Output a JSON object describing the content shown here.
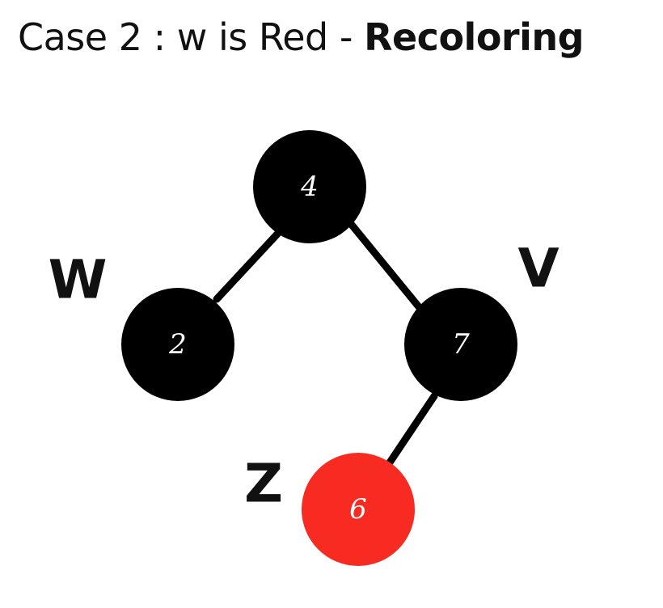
{
  "title": {
    "regular": "Case 2 : w is Red - ",
    "bold": "Recoloring"
  },
  "colors": {
    "black_node": "#000000",
    "red_node": "#f72b21",
    "label_text": "#ffffff",
    "background": "#ffffff"
  },
  "nodes": [
    {
      "id": "n4",
      "key": "4",
      "color": "black"
    },
    {
      "id": "n2",
      "key": "2",
      "color": "black"
    },
    {
      "id": "n7",
      "key": "7",
      "color": "black"
    },
    {
      "id": "n6",
      "key": "6",
      "color": "red"
    }
  ],
  "edges": [
    {
      "from": "n4",
      "to": "n2"
    },
    {
      "from": "n4",
      "to": "n7"
    },
    {
      "from": "n7",
      "to": "n6"
    }
  ],
  "labels": {
    "w": "W",
    "v": "V",
    "z": "Z"
  }
}
